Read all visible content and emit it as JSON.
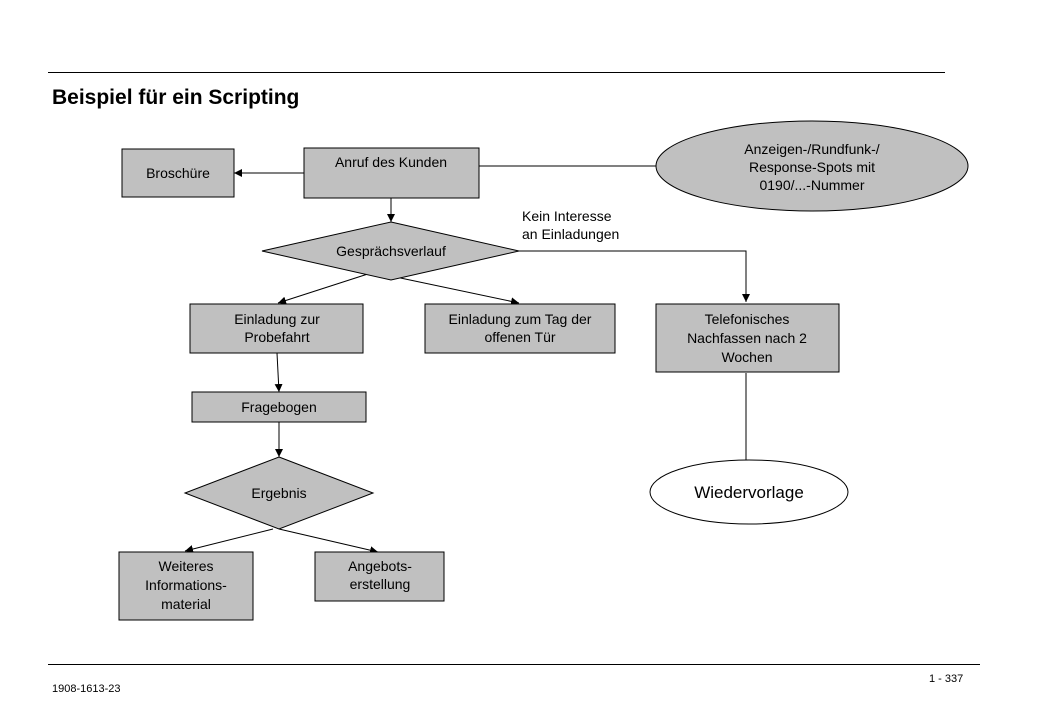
{
  "slide": {
    "title": "Beispiel für ein Scripting",
    "footer_left": "1908-1613-23",
    "page_number": "1 - 337"
  },
  "diagram": {
    "nodes": {
      "broschuere": [
        "Broschüre"
      ],
      "anruf": [
        "Anruf des Kunden"
      ],
      "anzeigen": [
        "Anzeigen-/Rundfunk-/",
        "Response-Spots mit",
        "0190/...-Nummer"
      ],
      "gespraech": [
        "Gesprächsverlauf"
      ],
      "probefahrt": [
        "Einladung zur",
        "Probefahrt"
      ],
      "tag_offen": [
        "Einladung zum Tag der",
        "offenen Tür"
      ],
      "telefonisch": [
        "Telefonisches",
        "Nachfassen nach 2",
        "Wochen"
      ],
      "fragebogen": [
        "Fragebogen"
      ],
      "ergebnis": [
        "Ergebnis"
      ],
      "wiedervorlage": [
        "Wiedervorlage"
      ],
      "weiteres": [
        "Weiteres",
        "Informations-",
        "material"
      ],
      "angebot": [
        "Angebots-",
        "erstellung"
      ]
    },
    "edge_labels": {
      "kein_interesse": [
        "Kein Interesse",
        "an Einladungen"
      ]
    },
    "colors": {
      "node_fill": "#c0c0c0",
      "wiedervorlage_fill": "#ffffff",
      "stroke": "#000000"
    }
  }
}
